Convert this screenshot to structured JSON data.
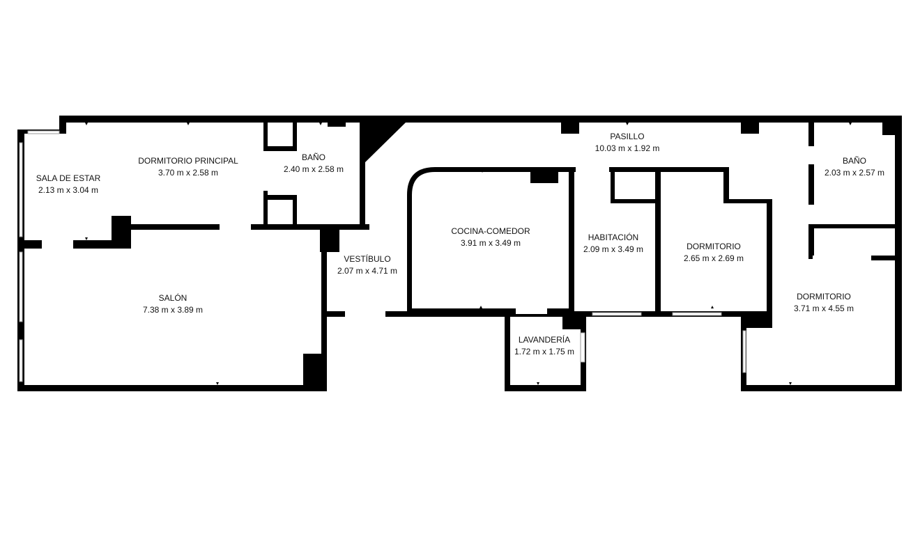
{
  "colors": {
    "wall": "#000000",
    "background": "#ffffff",
    "window_frame": "#9a9a9a"
  },
  "rooms": [
    {
      "id": "sala-de-estar",
      "name": "SALA DE ESTAR",
      "size": "2.13 m x 3.04 m"
    },
    {
      "id": "dormitorio-principal",
      "name": "DORMITORIO PRINCIPAL",
      "size": "3.70 m x 2.58 m"
    },
    {
      "id": "bano-1",
      "name": "BAÑO",
      "size": "2.40 m x 2.58 m"
    },
    {
      "id": "pasillo",
      "name": "PASILLO",
      "size": "10.03 m x 1.92 m"
    },
    {
      "id": "bano-2",
      "name": "BAÑO",
      "size": "2.03 m x 2.57 m"
    },
    {
      "id": "cocina-comedor",
      "name": "COCINA-COMEDOR",
      "size": "3.91 m x 3.49 m"
    },
    {
      "id": "habitacion",
      "name": "HABITACIÓN",
      "size": "2.09 m x 3.49 m"
    },
    {
      "id": "dormitorio-1",
      "name": "DORMITORIO",
      "size": "2.65 m x 2.69 m"
    },
    {
      "id": "vestibulo",
      "name": "VESTÍBULO",
      "size": "2.07 m x 4.71 m"
    },
    {
      "id": "salon",
      "name": "SALÓN",
      "size": "7.38 m x 3.89 m"
    },
    {
      "id": "dormitorio-2",
      "name": "DORMITORIO",
      "size": "3.71 m x 4.55 m"
    },
    {
      "id": "lavanderia",
      "name": "LAVANDERÍA",
      "size": "1.72 m x 1.75 m"
    }
  ]
}
